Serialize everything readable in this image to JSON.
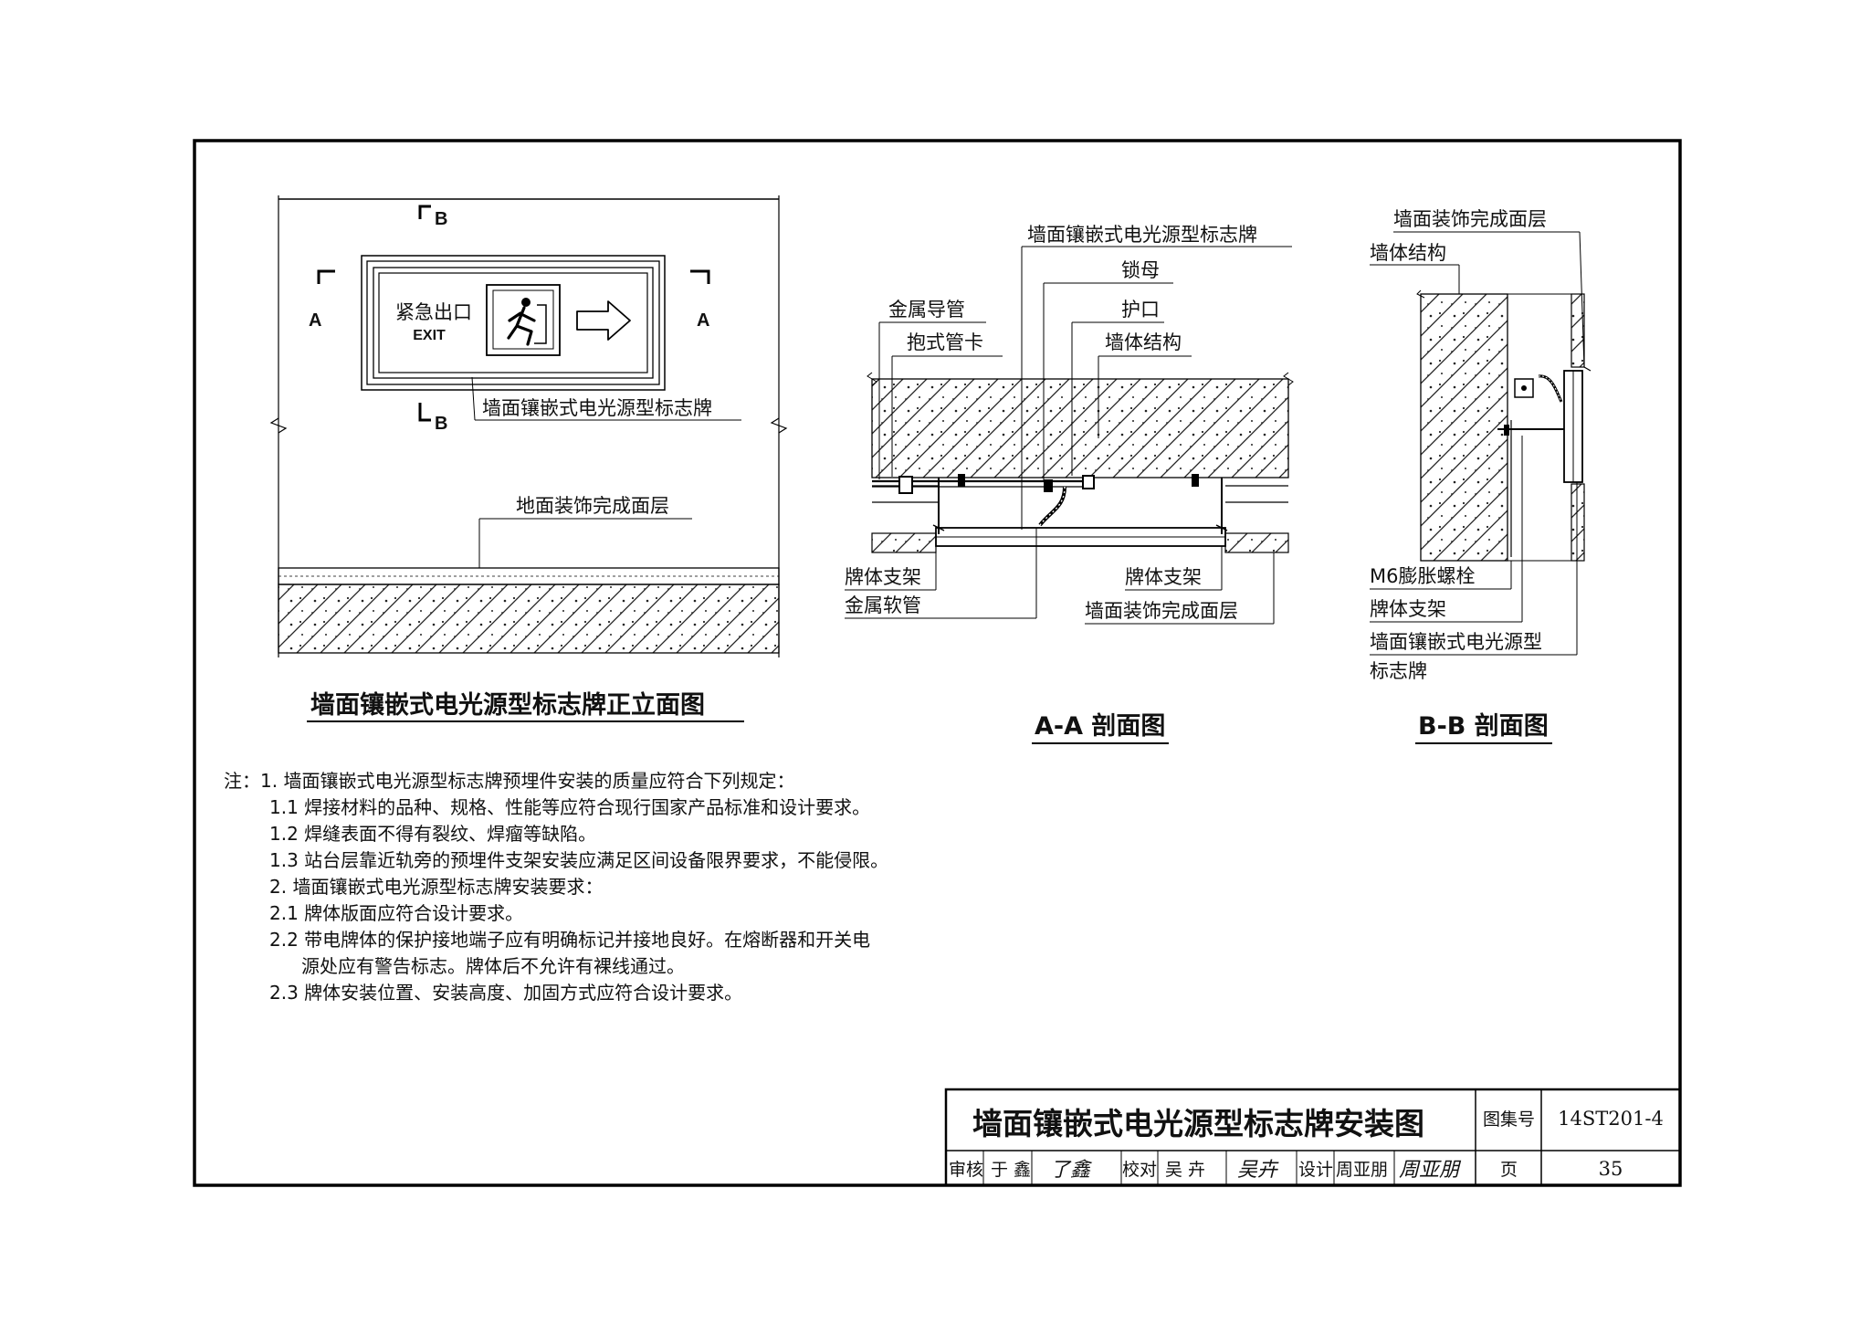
{
  "elevation": {
    "title": "墙面镶嵌式电光源型标志牌正立面图",
    "sign_text_cn": "紧急出口",
    "sign_text_en": "EXIT",
    "cut_b": "B",
    "cut_a": "A",
    "sign_label": "墙面镶嵌式电光源型标志牌",
    "floor_label": "地面装饰完成面层"
  },
  "section_aa": {
    "title": "A-A 剖面图",
    "labels": {
      "sign": "墙面镶嵌式电光源型标志牌",
      "lock_nut": "锁母",
      "metal_conduit": "金属导管",
      "bushing": "护口",
      "pipe_clamp": "抱式管卡",
      "wall_structure": "墙体结构",
      "bracket_left": "牌体支架",
      "bracket_right": "牌体支架",
      "flex_conduit": "金属软管",
      "wall_finish": "墙面装饰完成面层"
    }
  },
  "section_bb": {
    "title": "B-B 剖面图",
    "labels": {
      "wall_finish": "墙面装饰完成面层",
      "wall_structure": "墙体结构",
      "bolt": "M6膨胀螺栓",
      "bracket": "牌体支架",
      "sign_line1": "墙面镶嵌式电光源型",
      "sign_line2": "标志牌"
    }
  },
  "notes": [
    "注：1. 墙面镶嵌式电光源型标志牌预埋件安装的质量应符合下列规定：",
    "1.1 焊接材料的品种、规格、性能等应符合现行国家产品标准和设计要求。",
    "1.2 焊缝表面不得有裂纹、焊瘤等缺陷。",
    "1.3 站台层靠近轨旁的预埋件支架安装应满足区间设备限界要求，不能侵限。",
    "2. 墙面镶嵌式电光源型标志牌安装要求：",
    "2.1 牌体版面应符合设计要求。",
    "2.2 带电牌体的保护接地端子应有明确标记并接地良好。在熔断器和开关电",
    "源处应有警告标志。牌体后不允许有裸线通过。",
    "2.3 牌体安装位置、安装高度、加固方式应符合设计要求。"
  ],
  "title_block": {
    "drawing_title": "墙面镶嵌式电光源型标志牌安装图",
    "atlas_no_label": "图集号",
    "atlas_no": "14ST201-4",
    "review_label": "审核",
    "reviewer": "于 鑫",
    "reviewer_sig": "了鑫",
    "check_label": "校对",
    "checker": "吴 卉",
    "checker_sig": "吴卉",
    "design_label": "设计",
    "designer": "周亚朋",
    "designer_sig": "周亚朋",
    "page_label": "页",
    "page_no": "35"
  }
}
